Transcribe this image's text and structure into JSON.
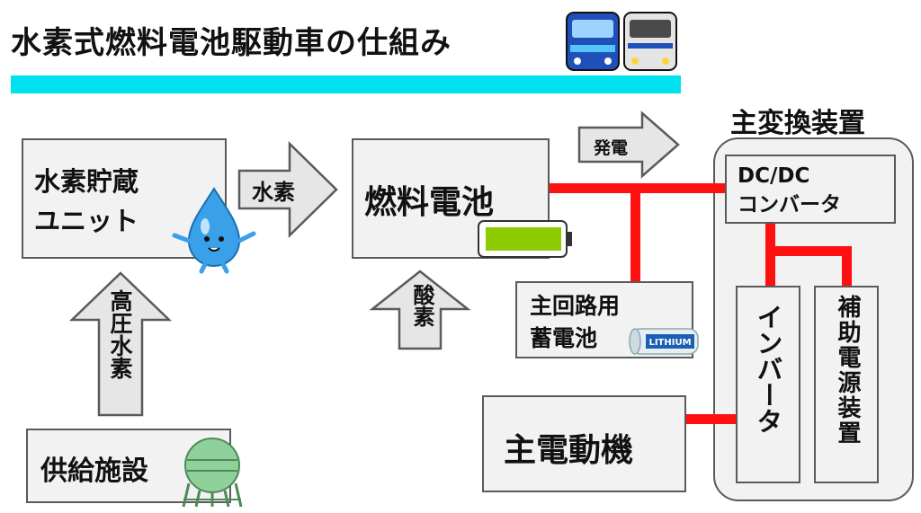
{
  "title": "水素式燃料電池駆動車の仕組み",
  "colors": {
    "title_bar": "#00e1ee",
    "wire": "#ff1010",
    "box_fill": "#f2f2f2",
    "box_border": "#5a5a5a",
    "arrow_fill": "#e6e6e6",
    "battery_fill": "#8ccc00",
    "drop_fill": "#3aa0e8"
  },
  "boxes": {
    "hydrogen_storage": "水素貯蔵\nユニット",
    "fuel_cell": "燃料電池",
    "main_battery": "主回路用\n蓄電池",
    "motor": "主電動機",
    "supply_facility": "供給施設",
    "main_converter_label": "主変換装置",
    "dcdc_converter": "DC/DC\nコンバータ",
    "inverter": "インバータ",
    "aux_power": "補助電源装置"
  },
  "arrows": {
    "hydrogen": "水素",
    "oxygen": "酸素",
    "generation": "発電",
    "high_pressure_hydrogen": "高圧水素"
  },
  "icons": {
    "battery_label": "LITHIUM"
  }
}
